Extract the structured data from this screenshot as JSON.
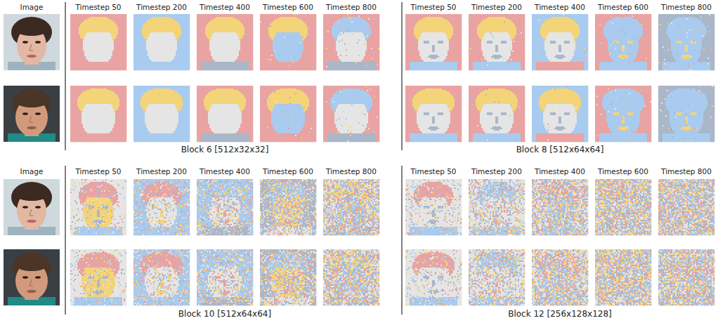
{
  "diagram": {
    "labels": [
      "Image",
      "Timestep 50",
      "Timestep 200",
      "Timestep 400",
      "Timestep 600",
      "Timestep 800",
      "Timestep 50",
      "Timestep 200",
      "Timestep 400",
      "Timestep 600",
      "Timestep 800",
      "Block 6 [512x32x32]",
      "Block 8 [512x64x64]",
      "Image",
      "Timestep 50",
      "Timestep 200",
      "Timestep 400",
      "Timestep 600",
      "Timestep 800",
      "Timestep 50",
      "Timestep 200",
      "Timestep 400",
      "Timestep 600",
      "Timestep 800",
      "Block 10 [512x64x64]",
      "Block 12 [256x128x128]"
    ]
  }
}
